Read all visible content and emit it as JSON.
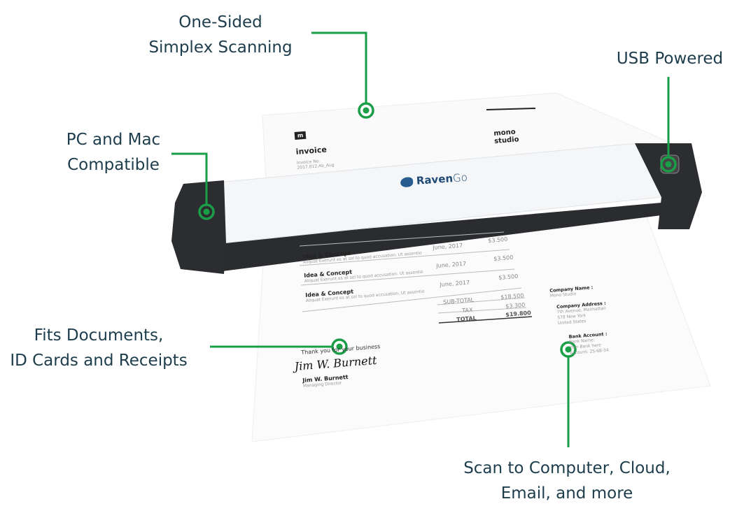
{
  "colors": {
    "accent": "#1a9e48",
    "callout_text": "#1e3d4c",
    "scanner_body": "#f4f6f8",
    "scanner_caps": "#2b2d30"
  },
  "callouts": {
    "simplex": [
      "One-Sided",
      "Simplex Scanning"
    ],
    "usb": [
      "USB Powered"
    ],
    "compat": [
      "PC and Mac",
      "Compatible"
    ],
    "fits": [
      "Fits Documents,",
      "ID Cards and Receipts"
    ],
    "scan_to": [
      "Scan to Computer, Cloud,",
      "Email, and more"
    ]
  },
  "scanner": {
    "brand": "Raven",
    "brand_suffix": "Go",
    "logo_icon": "raven-bird-icon"
  },
  "back_sheet": {
    "logo": "m",
    "title": "invoice",
    "invoice_no_label": "Invoice No.",
    "invoice_no": "2017.812.Ab_Aug",
    "company_line1": "mono",
    "company_line2": "studio"
  },
  "front_sheet": {
    "items": [
      {
        "title": "Idea & Concept",
        "desc": "Aliquat Exerunt es at sol to quod accusation. Ut assentio",
        "date": "June, 2017",
        "amount": "$3.500"
      },
      {
        "title": "Idea & Concept",
        "desc": "Aliquat Exerunt es at sol to quod accusation. Ut assentio",
        "date": "June, 2017",
        "amount": "$3.500"
      },
      {
        "title": "Idea & Concept",
        "desc": "Aliquat Exerunt es at sol to quod accusation. Ut assentio",
        "date": "June, 2017",
        "amount": "$3.500"
      }
    ],
    "subtotal_label": "SUB-TOTAL",
    "subtotal": "$18.500",
    "tax_label": "TAX",
    "tax": "$3.300",
    "total_label": "TOTAL",
    "total": "$19.800",
    "thanks": "Thank you for your business",
    "signature": "Jim W. Burnett",
    "signer": "Jim W. Burnett",
    "signer_role": "Managing Director",
    "company_name_label": "Company Name :",
    "company_name": "Mono Studio",
    "company_address_label": "Company Address :",
    "address_lines": [
      "7th Avenue, Manhattan",
      "578 New York",
      "United States"
    ],
    "bank_label": "Bank Account :",
    "bank_lines": [
      "Bank Name:",
      "Your Bank here",
      "Account: 25-68-34"
    ]
  }
}
